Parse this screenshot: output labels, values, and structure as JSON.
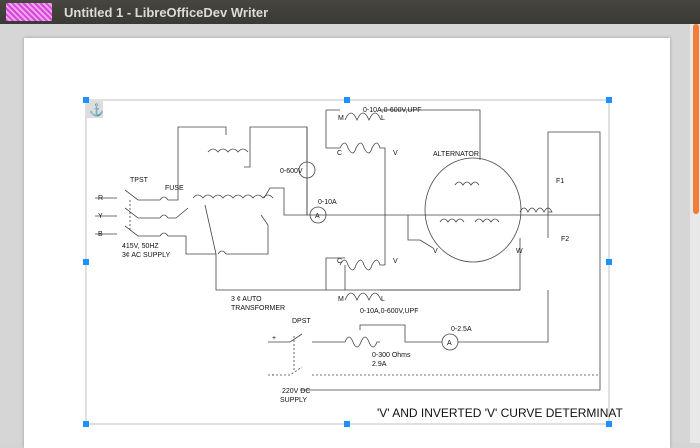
{
  "window": {
    "title": "Untitled 1 - LibreOfficeDev Writer"
  },
  "diagram": {
    "labels": {
      "tpst": "TPST",
      "fuse": "FUSE",
      "r": "R",
      "y": "Y",
      "b": "B",
      "ac_supply_1": "415V, 50HZ",
      "ac_supply_2": "3¢ AC SUPPLY",
      "auto_1": "3 ¢ AUTO",
      "auto_2": "TRANSFORMER",
      "voltmeter": "0-600V",
      "ammeter": "0-10A",
      "ammeter_sym": "A",
      "wm_top": "0-10A,0-600V,UPF",
      "wm_bottom": "0-10A,0-600V,UPF",
      "m": "M",
      "l": "L",
      "c": "C",
      "v": "V",
      "alternator": "ALTERNATOR",
      "alt_v": "V",
      "alt_w": "W",
      "f1": "F1",
      "f2": "F2",
      "dpst": "DPST",
      "plus": "+",
      "minus": "-",
      "dc_1": "220V DC",
      "dc_2": "SUPPLY",
      "rheostat_1": "0-300 Ohms",
      "rheostat_2": "2.9A",
      "dc_ammeter": "0-2.5A",
      "caption": "'V' AND INVERTED 'V' CURVE DETERMINAT"
    }
  }
}
